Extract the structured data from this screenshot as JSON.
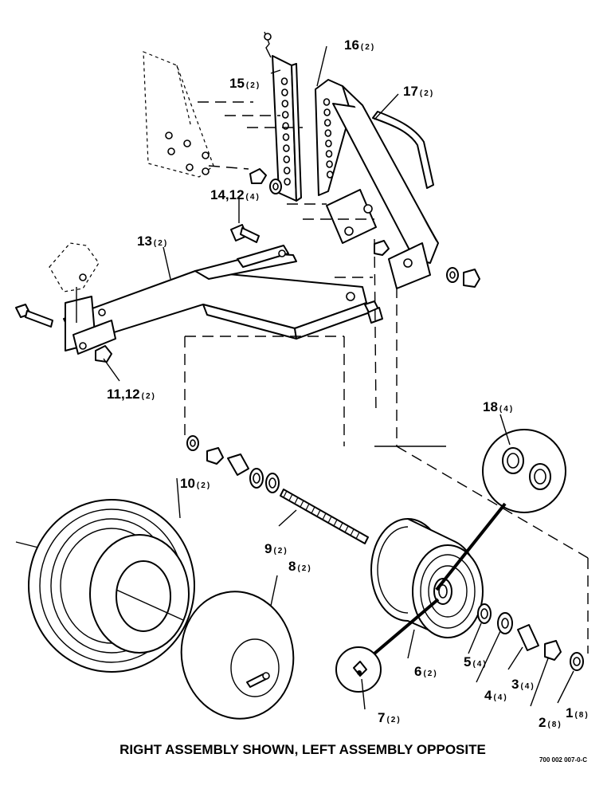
{
  "parts": [
    {
      "num": "1",
      "qty": "(8)"
    },
    {
      "num": "2",
      "qty": "(8)"
    },
    {
      "num": "3",
      "qty": "(4)"
    },
    {
      "num": "4",
      "qty": "(4)"
    },
    {
      "num": "5",
      "qty": "(4)"
    },
    {
      "num": "6",
      "qty": "(2)"
    },
    {
      "num": "7",
      "qty": "(2)"
    },
    {
      "num": "8",
      "qty": "(2)"
    },
    {
      "num": "9",
      "qty": "(2)"
    },
    {
      "num": "10",
      "qty": "(2)"
    },
    {
      "num": "11,12",
      "qty": "(2)"
    },
    {
      "num": "13",
      "qty": "(2)"
    },
    {
      "num": "14,12",
      "qty": "(4)"
    },
    {
      "num": "15",
      "qty": "(2)"
    },
    {
      "num": "16",
      "qty": "(2)"
    },
    {
      "num": "17",
      "qty": "(2)"
    },
    {
      "num": "18",
      "qty": "(4)"
    }
  ],
  "caption": "RIGHT ASSEMBLY SHOWN, LEFT ASSEMBLY OPPOSITE",
  "reference_number": "700 002 007-0-C"
}
